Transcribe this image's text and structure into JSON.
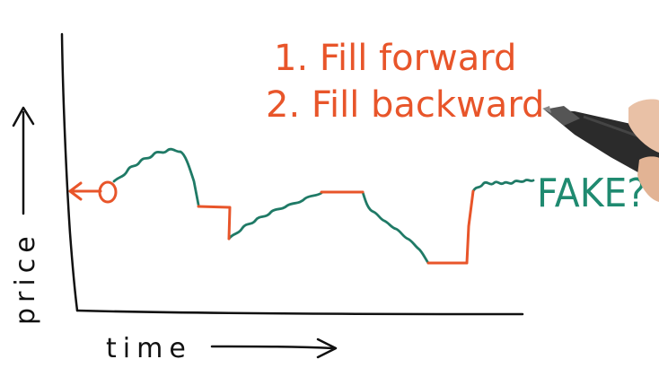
{
  "axes": {
    "x_label": "time",
    "y_label": "price"
  },
  "steps": [
    "1. Fill forward",
    "2. Fill backward"
  ],
  "annotation": "FAKE?",
  "colors": {
    "ink": "#111111",
    "data": "#1f7a66",
    "filled": "#e8552a",
    "fake": "#1f8a70"
  }
}
